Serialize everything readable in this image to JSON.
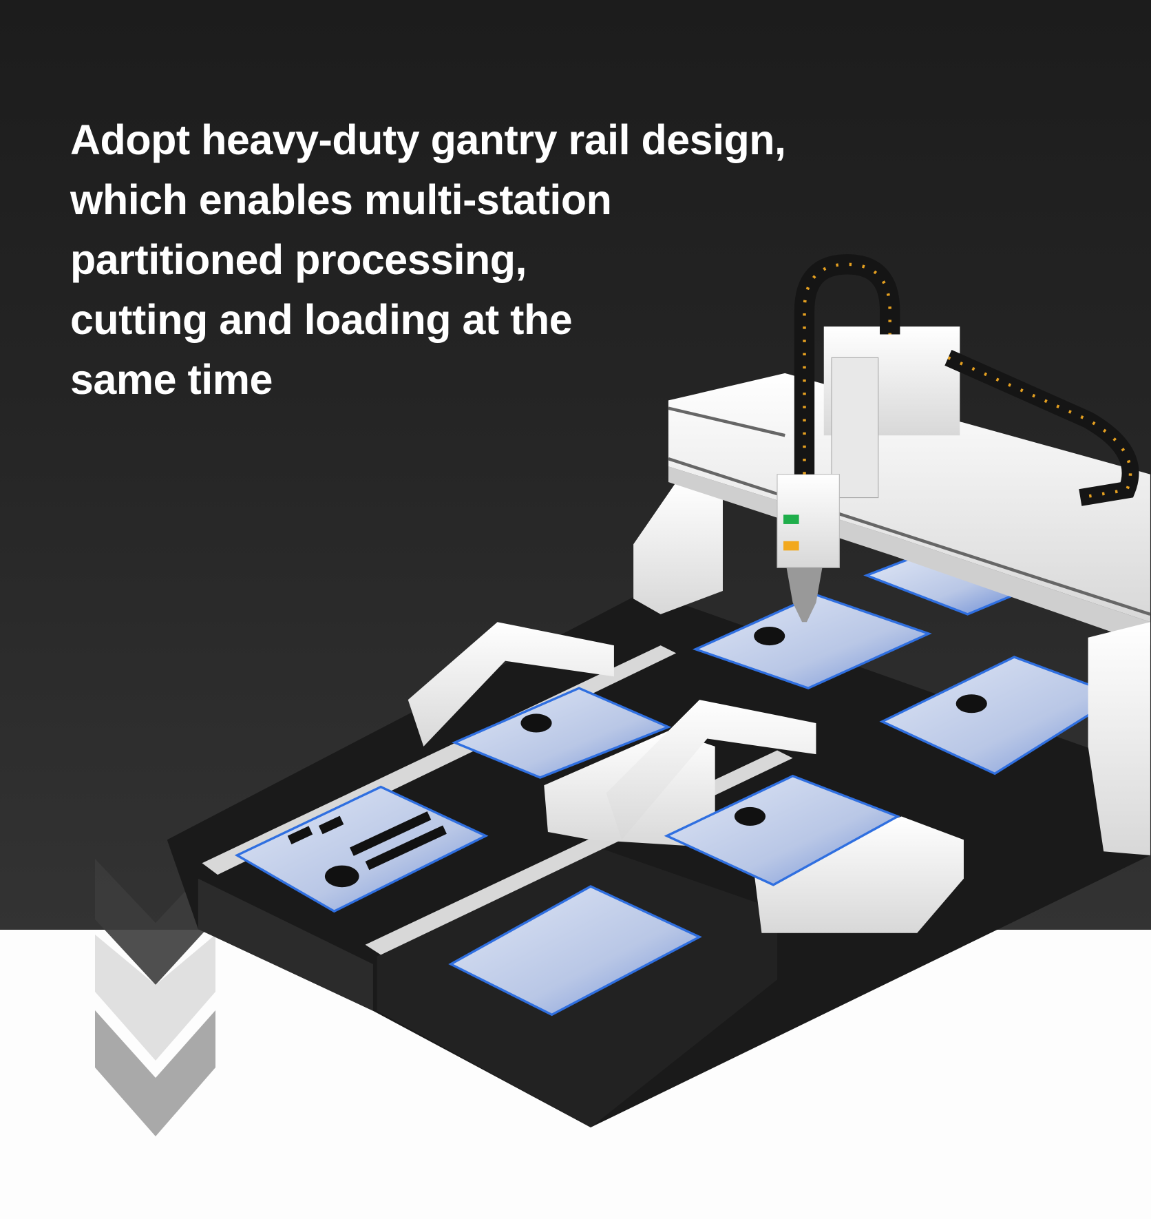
{
  "headline": {
    "lines": [
      "Adopt heavy-duty gantry rail design,",
      "which enables multi-station",
      "partitioned processing,",
      "cutting and loading at the",
      "same time"
    ]
  },
  "colors": {
    "background_dark": "#252525",
    "background_light": "#fdfdfd",
    "panel_glow": "#2f6fe0",
    "chevron_light": "#e0e0e0",
    "chevron_mid": "#a9a9a9"
  },
  "icons": [
    "chevron-down-icon",
    "chevron-down-icon",
    "chevron-down-icon"
  ]
}
